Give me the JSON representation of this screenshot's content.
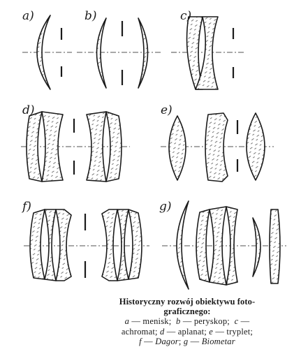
{
  "panels": [
    {
      "id": "a",
      "label": "a)"
    },
    {
      "id": "b",
      "label": "b)"
    },
    {
      "id": "c",
      "label": "c)"
    },
    {
      "id": "d",
      "label": "d)"
    },
    {
      "id": "e",
      "label": "e)"
    },
    {
      "id": "f",
      "label": "f)"
    },
    {
      "id": "g",
      "label": "g)"
    }
  ],
  "caption": {
    "title_line1": "Historyczny rozwój obiektywu foto-",
    "title_line2": "graficznego:",
    "line3_a_letter": "a",
    "line3_a_text": " — menisk;",
    "line3_b_letter": "b",
    "line3_b_text": " — peryskop;",
    "line3_c_letter": "c",
    "line3_c_dash": " —",
    "line4_c_text": "achromat;",
    "line4_d_letter": "d",
    "line4_d_text": " — aplanat;",
    "line4_e_letter": "e",
    "line4_e_text": " — tryplet;",
    "line5_f_letter": "f",
    "line5_f_text": " — ",
    "line5_f_name": "Dagor",
    "line5_g_letter": "g",
    "line5_g_text": " — ",
    "line5_g_name": "Biometar"
  }
}
